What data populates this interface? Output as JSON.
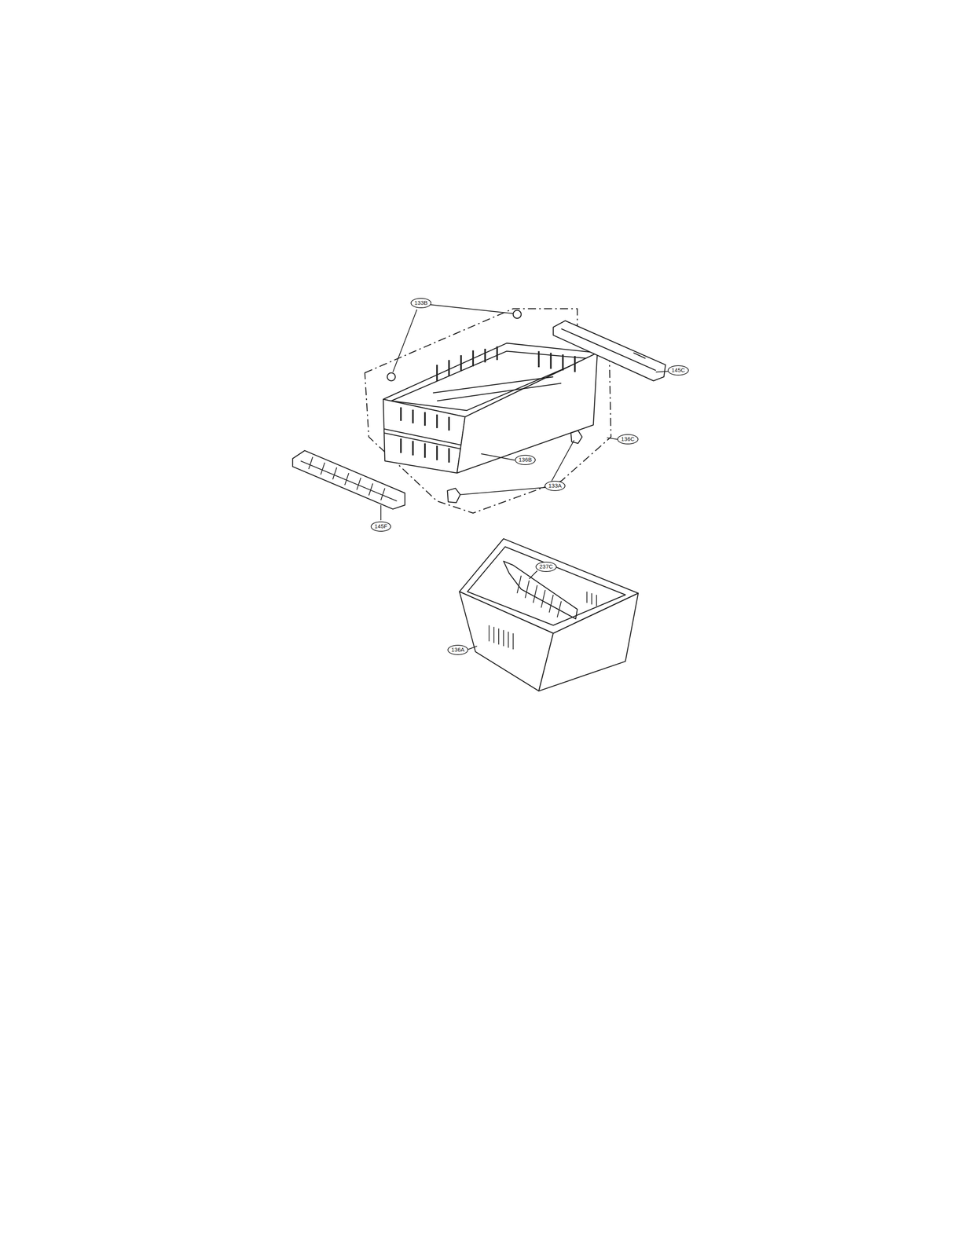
{
  "diagram": {
    "labels": [
      "133B",
      "145C",
      "136C",
      "136B",
      "133A",
      "145F",
      "237C",
      "136A"
    ]
  }
}
